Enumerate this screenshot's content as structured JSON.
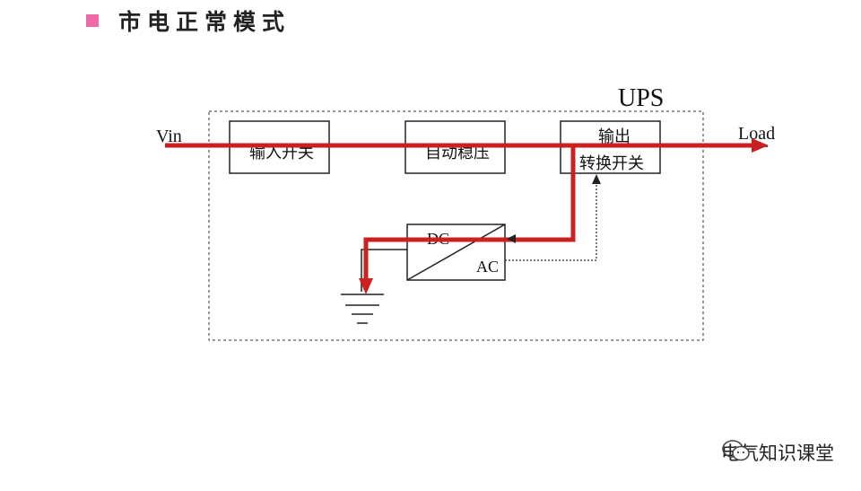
{
  "title": {
    "text": "市电正常模式",
    "bullet_color": "#f06aa8"
  },
  "diagram": {
    "ups_label": "UPS",
    "vin_label": "Vin",
    "load_label": "Load",
    "input_switch_label": "输入开关",
    "auto_regulator_label": "自动稳压",
    "output_switch_label_line1": "输出",
    "output_switch_label_line2": "转换开关",
    "dc_label": "DC",
    "ac_label": "AC",
    "flow_color": "#cc1f1f"
  },
  "watermark": {
    "text": "电气知识课堂",
    "icon": "wechat-icon"
  }
}
